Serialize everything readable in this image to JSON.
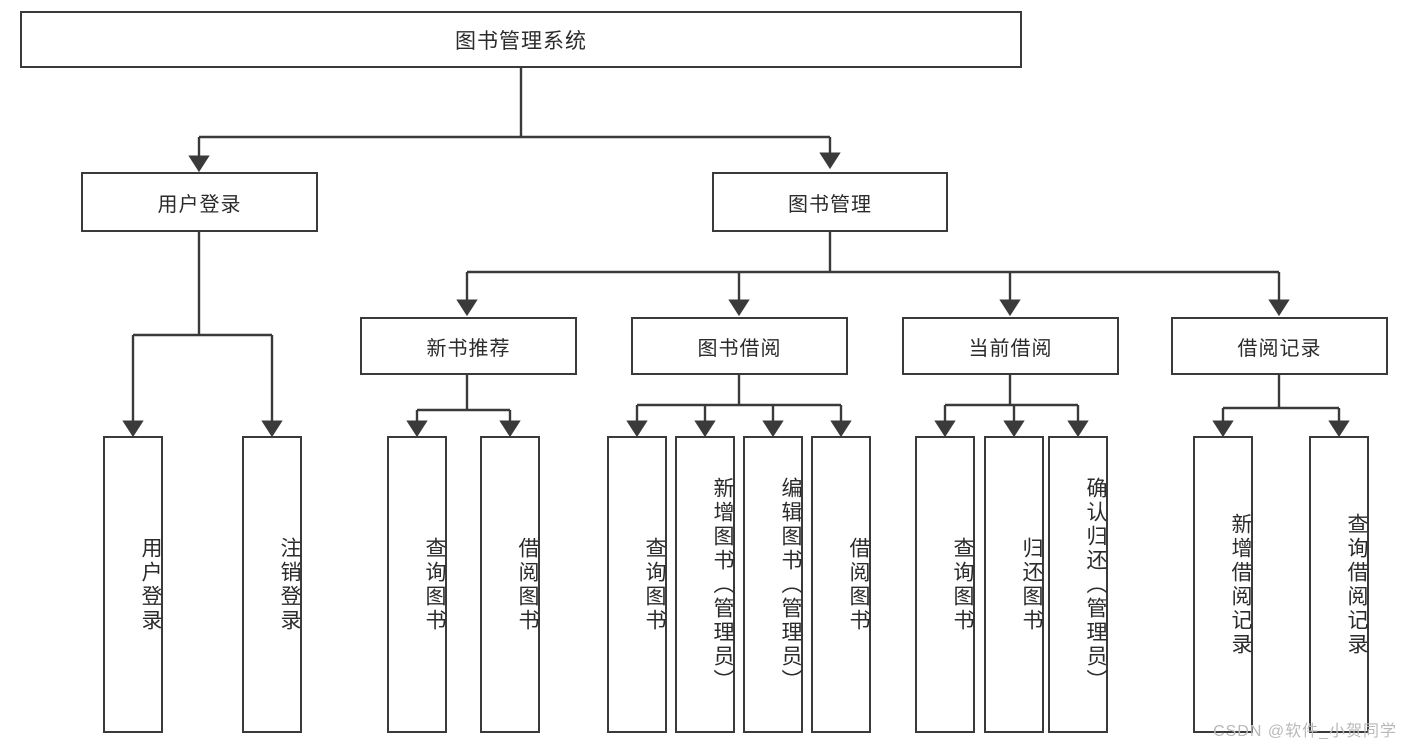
{
  "diagram": {
    "title": "图书管理系统",
    "type": "hierarchy-tree",
    "style": {
      "box_border_color": "#3a3a3a",
      "box_fill_color": "#ffffff",
      "text_color": "#2b2b2b",
      "connector_color": "#3a3a3a",
      "watermark_color": "#b9b9b9"
    },
    "nodes": {
      "root": {
        "label": "图书管理系统",
        "level": 0
      },
      "user_login": {
        "label": "用户登录",
        "level": 1
      },
      "book_manage": {
        "label": "图书管理",
        "level": 1
      },
      "new_book_rec": {
        "label": "新书推荐",
        "level": 2
      },
      "book_borrow": {
        "label": "图书借阅",
        "level": 2
      },
      "current_borrow": {
        "label": "当前借阅",
        "level": 2
      },
      "borrow_record": {
        "label": "借阅记录",
        "level": 2
      },
      "leaf_user_login": {
        "label": "用户登录",
        "level": 3
      },
      "leaf_user_logout": {
        "label": "注销登录",
        "level": 3
      },
      "leaf_query_book_1": {
        "label": "查询图书",
        "level": 3
      },
      "leaf_borrow_book_1": {
        "label": "借阅图书",
        "level": 3
      },
      "leaf_query_book_2": {
        "label": "查询图书",
        "level": 3
      },
      "leaf_add_book": {
        "label": "新增图书（管理员）",
        "level": 3
      },
      "leaf_edit_book": {
        "label": "编辑图书（管理员）",
        "level": 3
      },
      "leaf_borrow_book_2": {
        "label": "借阅图书",
        "level": 3
      },
      "leaf_query_book_3": {
        "label": "查询图书",
        "level": 3
      },
      "leaf_return_book": {
        "label": "归还图书",
        "level": 3
      },
      "leaf_confirm_return": {
        "label": "确认归还（管理员）",
        "level": 3
      },
      "leaf_add_record": {
        "label": "新增借阅记录",
        "level": 3
      },
      "leaf_query_record": {
        "label": "查询借阅记录",
        "level": 3
      }
    },
    "edges": [
      {
        "from": "root",
        "to": "user_login"
      },
      {
        "from": "root",
        "to": "book_manage"
      },
      {
        "from": "user_login",
        "to": "leaf_user_login"
      },
      {
        "from": "user_login",
        "to": "leaf_user_logout"
      },
      {
        "from": "book_manage",
        "to": "new_book_rec"
      },
      {
        "from": "book_manage",
        "to": "book_borrow"
      },
      {
        "from": "book_manage",
        "to": "current_borrow"
      },
      {
        "from": "book_manage",
        "to": "borrow_record"
      },
      {
        "from": "new_book_rec",
        "to": "leaf_query_book_1"
      },
      {
        "from": "new_book_rec",
        "to": "leaf_borrow_book_1"
      },
      {
        "from": "book_borrow",
        "to": "leaf_query_book_2"
      },
      {
        "from": "book_borrow",
        "to": "leaf_add_book"
      },
      {
        "from": "book_borrow",
        "to": "leaf_edit_book"
      },
      {
        "from": "book_borrow",
        "to": "leaf_borrow_book_2"
      },
      {
        "from": "current_borrow",
        "to": "leaf_query_book_3"
      },
      {
        "from": "current_borrow",
        "to": "leaf_return_book"
      },
      {
        "from": "current_borrow",
        "to": "leaf_confirm_return"
      },
      {
        "from": "borrow_record",
        "to": "leaf_add_record"
      },
      {
        "from": "borrow_record",
        "to": "leaf_query_record"
      }
    ]
  },
  "watermark": {
    "text": "CSDN @软件_小贺同学"
  }
}
